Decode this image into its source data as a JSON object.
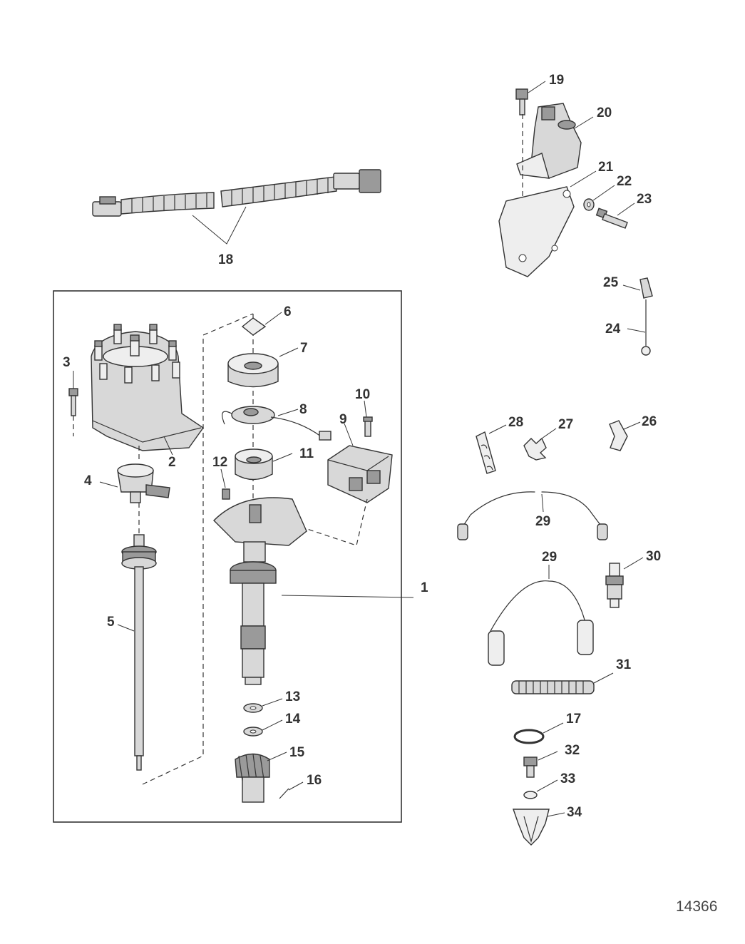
{
  "figure_number": "14366",
  "callouts": {
    "c1": "1",
    "c2": "2",
    "c3": "3",
    "c4": "4",
    "c5": "5",
    "c6": "6",
    "c7": "7",
    "c8": "8",
    "c9": "9",
    "c10": "10",
    "c11": "11",
    "c12": "12",
    "c13": "13",
    "c14": "14",
    "c15": "15",
    "c16": "16",
    "c17": "17",
    "c18": "18",
    "c19": "19",
    "c20": "20",
    "c21": "21",
    "c22": "22",
    "c23": "23",
    "c24": "24",
    "c25": "25",
    "c26": "26",
    "c27": "27",
    "c28": "28",
    "c29a": "29",
    "c29b": "29",
    "c30": "30",
    "c31": "31",
    "c32": "32",
    "c33": "33",
    "c34": "34"
  }
}
